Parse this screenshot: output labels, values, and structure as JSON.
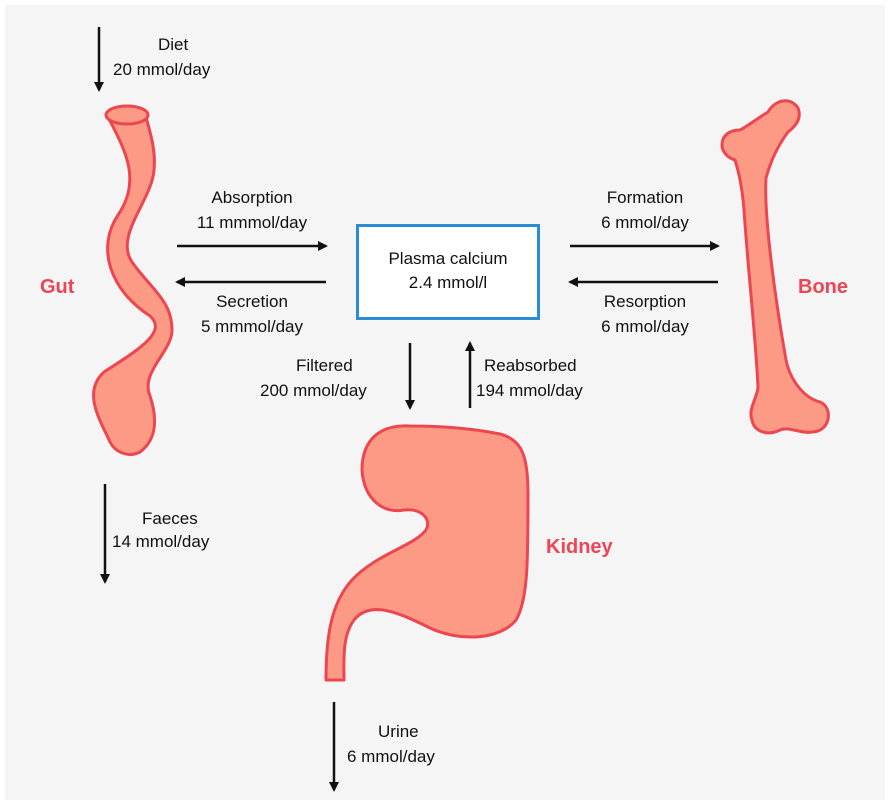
{
  "colors": {
    "organ_fill": "#fd9a86",
    "organ_stroke": "#ec4650",
    "organ_label": "#ee4555",
    "box_border": "#2a8bd6",
    "arrow": "#111111"
  },
  "organs": {
    "gut": "Gut",
    "bone": "Bone",
    "kidney": "Kidney"
  },
  "plasma": {
    "title": "Plasma calcium",
    "value": "2.4 mmol/l"
  },
  "flows": {
    "diet": {
      "label": "Diet",
      "value": "20 mmol/day"
    },
    "absorption": {
      "label": "Absorption",
      "value": "11 mmmol/day"
    },
    "secretion": {
      "label": "Secretion",
      "value": "5 mmmol/day"
    },
    "faeces": {
      "label": "Faeces",
      "value": "14 mmol/day"
    },
    "formation": {
      "label": "Formation",
      "value": "6 mmol/day"
    },
    "resorption": {
      "label": "Resorption",
      "value": "6 mmol/day"
    },
    "filtered": {
      "label": "Filtered",
      "value": "200 mmol/day"
    },
    "reabsorbed": {
      "label": "Reabsorbed",
      "value": "194 mmol/day"
    },
    "urine": {
      "label": "Urine",
      "value": "6 mmol/day"
    }
  }
}
